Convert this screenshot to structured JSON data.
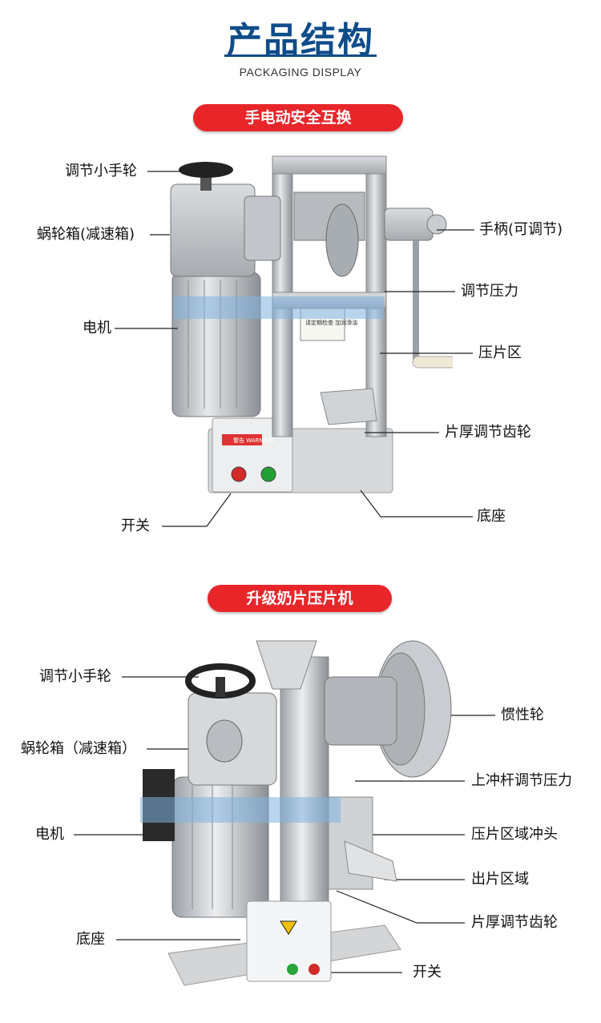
{
  "header": {
    "title": "产品结构",
    "subtitle": "PACKAGING DISPLAY"
  },
  "section1": {
    "badge": "手电动安全互换",
    "labels": {
      "handwheel": "调节小手轮",
      "gearbox": "蜗轮箱(减速箱)",
      "motor": "电机",
      "switch": "开关",
      "handle": "手柄(可调节)",
      "pressure": "调节压力",
      "press_zone": "压片区",
      "thickness_gear": "片厚调节齿轮",
      "base": "底座"
    },
    "panel_labels": {
      "warning": "警告 WARNING",
      "notice": "请定期检查 加润滑油"
    }
  },
  "section2": {
    "badge": "升级奶片压片机",
    "labels": {
      "handwheel": "调节小手轮",
      "gearbox": "蜗轮箱（减速箱）",
      "motor": "电机",
      "base": "底座",
      "switch": "开关",
      "flywheel": "惯性轮",
      "upper_punch": "上冲杆调节压力",
      "punch_zone": "压片区域冲头",
      "output_zone": "出片区域",
      "thickness_gear": "片厚调节齿轮"
    }
  },
  "colors": {
    "title_blue": "#0e4c8a",
    "badge_red": "#e8262a",
    "overlay_blue": "#7fb3e0"
  }
}
